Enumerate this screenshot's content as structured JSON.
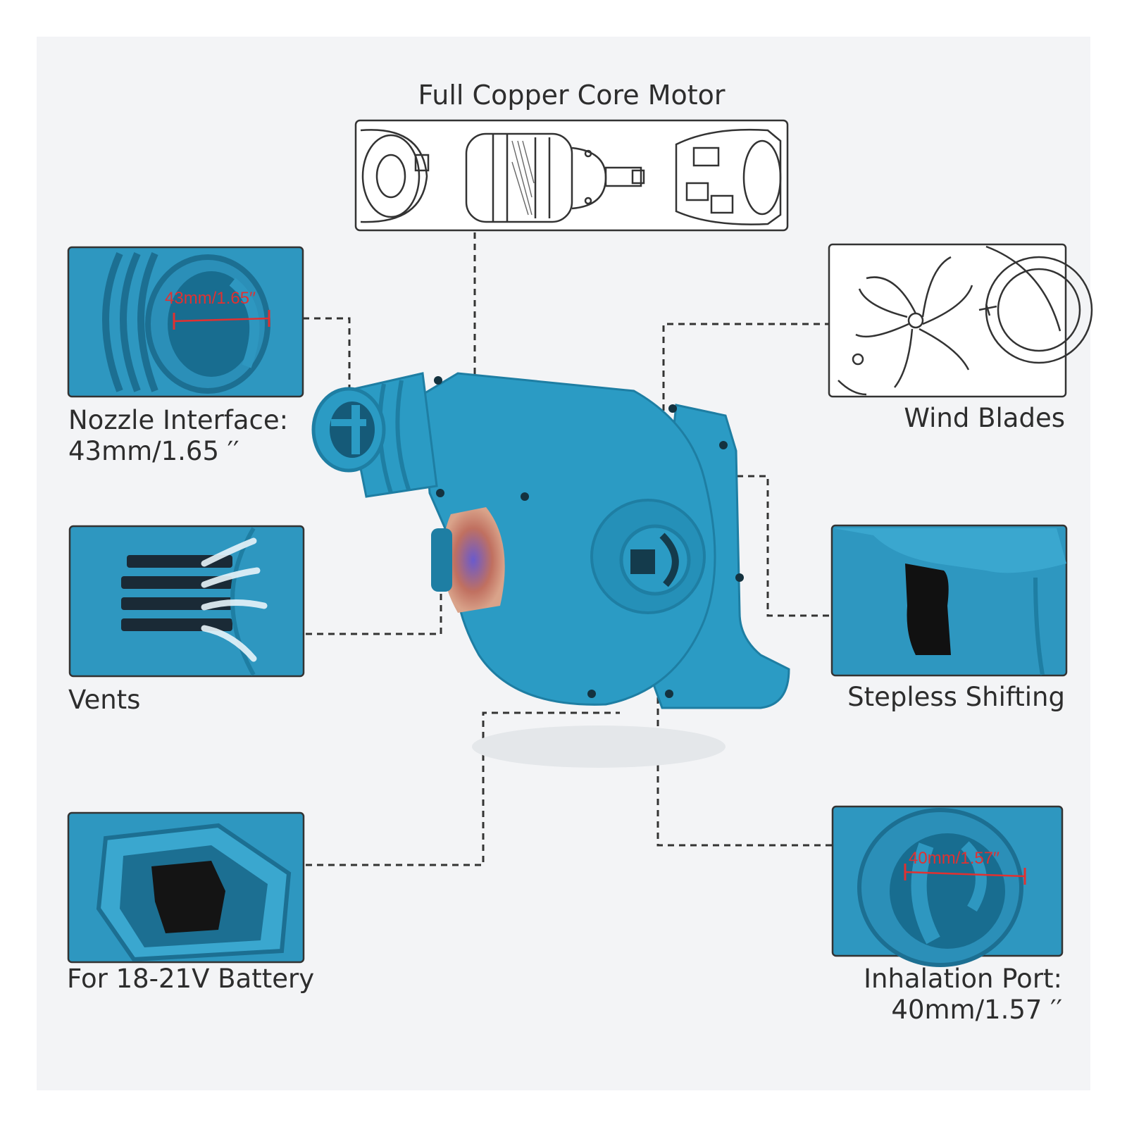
{
  "title": "Full Copper Core Motor",
  "labels": {
    "nozzle_line1": "Nozzle Interface:",
    "nozzle_line2": "43mm/1.65 ′′",
    "wind_blades": "Wind Blades",
    "vents": "Vents",
    "stepless": "Stepless Shifting",
    "battery": "For 18-21V Battery",
    "inhalation_line1": "Inhalation Port:",
    "inhalation_line2": "40mm/1.57 ′′"
  },
  "callouts": {
    "nozzle": "43mm/1.65′′",
    "inhalation": "40mm/1.57′′"
  },
  "colors": {
    "tool_blue": "#2b9bc4",
    "tool_blue_dark": "#1e7ea3",
    "leader_line": "#333333"
  }
}
